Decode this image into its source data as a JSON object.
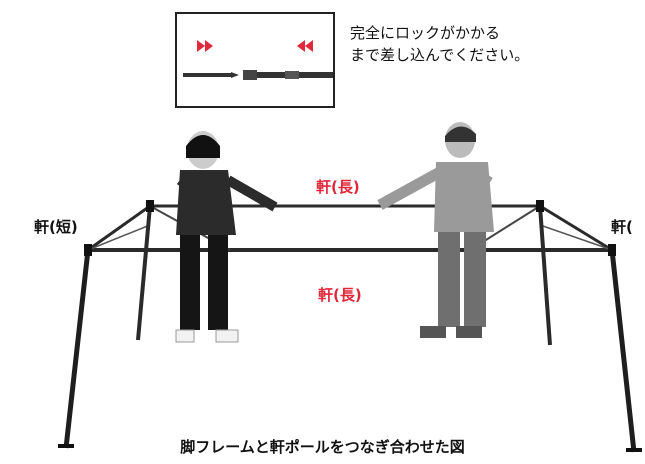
{
  "inset": {
    "instruction_line1": "完全にロックがかかる",
    "instruction_line2": "まで差し込んでください。"
  },
  "labels": {
    "eave_long_top": "軒(長)",
    "eave_long_bottom": "軒(長)",
    "eave_short_left": "軒(短)",
    "eave_short_right": "軒("
  },
  "caption": "脚フレームと軒ポールをつなぎ合わせた図",
  "colors": {
    "arrow_red": "#e0283a",
    "label_red": "#e0283a",
    "frame": "#2a2a2a"
  }
}
